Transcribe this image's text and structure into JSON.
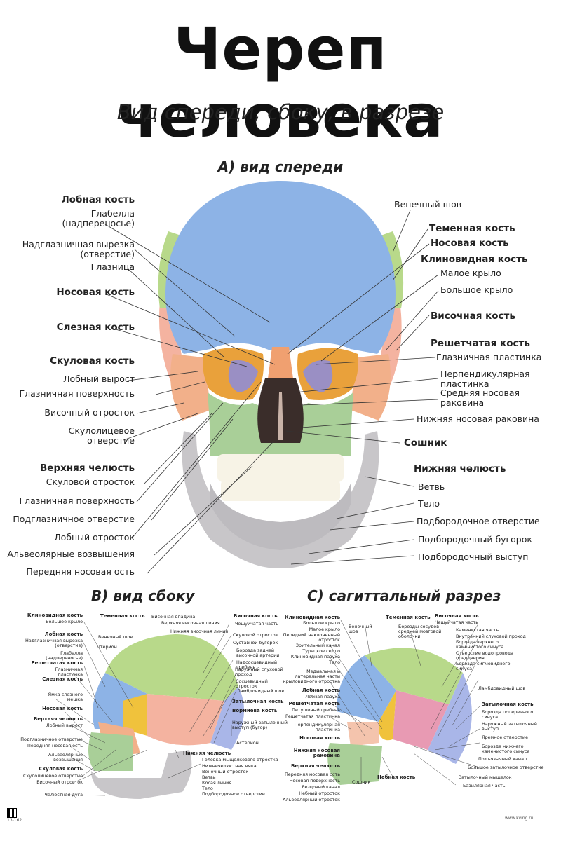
{
  "header": {
    "title": "Череп человека",
    "subtitle": "Вид спереди, сбоку, в разрезе"
  },
  "sections": {
    "a": "А) вид спереди",
    "b": "В) вид сбоку",
    "c": "С) сагиттальный разрез"
  },
  "front_left": [
    {
      "text": "Лобная кость",
      "bold": true
    },
    {
      "text": "Глабелла\n(надпереносье)",
      "bold": false
    },
    {
      "text": "Надглазничная вырезка\n(отверстие)",
      "bold": false
    },
    {
      "text": "Глазница",
      "bold": false
    },
    {
      "text": "Носовая кость",
      "bold": true
    },
    {
      "text": "Слезная кость",
      "bold": true
    },
    {
      "text": "Скуловая кость",
      "bold": true
    },
    {
      "text": "Лобный вырост",
      "bold": false
    },
    {
      "text": "Глазничная поверхность",
      "bold": false
    },
    {
      "text": "Височный отросток",
      "bold": false
    },
    {
      "text": "Скулолицевое\nотверстие",
      "bold": false
    },
    {
      "text": "Верхняя челюсть",
      "bold": true
    },
    {
      "text": "Скуловой отросток",
      "bold": false
    },
    {
      "text": "Глазничная поверхность",
      "bold": false
    },
    {
      "text": "Подглазничное отверстие",
      "bold": false
    },
    {
      "text": "Лобный отросток",
      "bold": false
    },
    {
      "text": "Альвеолярные возвышения",
      "bold": false
    },
    {
      "text": "Передняя носовая ость",
      "bold": false
    }
  ],
  "front_right": [
    {
      "text": "Венечный шов",
      "bold": false
    },
    {
      "text": "Теменная кость",
      "bold": true
    },
    {
      "text": "Носовая кость",
      "bold": true
    },
    {
      "text": "Клиновидная кость",
      "bold": true
    },
    {
      "text": "Малое крыло",
      "bold": false
    },
    {
      "text": "Большое крыло",
      "bold": false
    },
    {
      "text": "Височная кость",
      "bold": true
    },
    {
      "text": "Решетчатая кость",
      "bold": true
    },
    {
      "text": "Глазничная пластинка",
      "bold": false
    },
    {
      "text": "Перпендикулярная\nпластинка",
      "bold": false
    },
    {
      "text": "Средняя носовая\nраковина",
      "bold": false
    },
    {
      "text": "Нижняя носовая раковина",
      "bold": false
    },
    {
      "text": "Сошник",
      "bold": true
    },
    {
      "text": "Нижняя челюсть",
      "bold": true
    },
    {
      "text": "Ветвь",
      "bold": false
    },
    {
      "text": "Тело",
      "bold": false
    },
    {
      "text": "Подбородочное отверстие",
      "bold": false
    },
    {
      "text": "Подбородочный бугорок",
      "bold": false
    },
    {
      "text": "Подбородочный выступ",
      "bold": false
    }
  ],
  "side_left": [
    {
      "text": "Клиновидная кость",
      "bold": true
    },
    {
      "text": "Большое крыло",
      "bold": false
    },
    {
      "text": "Лобная кость",
      "bold": true
    },
    {
      "text": "Надглазничная вырезка\n(отверстие)",
      "bold": false
    },
    {
      "text": "Глабелла\n(надпереносье)",
      "bold": false
    },
    {
      "text": "Решетчатая кость",
      "bold": true
    },
    {
      "text": "Глазничная\nпластинка",
      "bold": false
    },
    {
      "text": "Слезная кость",
      "bold": true
    },
    {
      "text": "Ямка слезного\nмешка",
      "bold": false
    },
    {
      "text": "Носовая кость",
      "bold": true
    },
    {
      "text": "Верхняя челюсть",
      "bold": true
    },
    {
      "text": "Лобный вырост",
      "bold": false
    },
    {
      "text": "Подглазничное отверстие",
      "bold": false
    },
    {
      "text": "Передняя носовая ость",
      "bold": false
    },
    {
      "text": "Альвеолярные\nвозвышения",
      "bold": false
    },
    {
      "text": "Скуловая кость",
      "bold": true
    },
    {
      "text": "Скулолицевое отверстие",
      "bold": false
    },
    {
      "text": "Височный отросток",
      "bold": false
    },
    {
      "text": "Челюстная дуга",
      "bold": false
    }
  ],
  "side_top": [
    {
      "text": "Теменная кость",
      "bold": true
    },
    {
      "text": "Височная впадина",
      "bold": false
    },
    {
      "text": "Верхняя височная линия",
      "bold": false
    },
    {
      "text": "Венечный шов",
      "bold": false
    },
    {
      "text": "Нижняя височная линия",
      "bold": false
    },
    {
      "text": "Птерион",
      "bold": false
    }
  ],
  "side_right": [
    {
      "text": "Височная кость",
      "bold": true
    },
    {
      "text": "Чешуйчатая часть",
      "bold": false
    },
    {
      "text": "Скуловой отросток",
      "bold": false
    },
    {
      "text": "Суставной бугорок",
      "bold": false
    },
    {
      "text": "Борозда задней\nвисочной артерии",
      "bold": false
    },
    {
      "text": "Надсосцевидный\nгребень",
      "bold": false
    },
    {
      "text": "Наружный слуховой\nпроход",
      "bold": false
    },
    {
      "text": "Сосцевидный\nотросток",
      "bold": false
    },
    {
      "text": "Ламбдовидный шов",
      "bold": false
    },
    {
      "text": "Затылочная кость",
      "bold": true
    },
    {
      "text": "Вормиева кость",
      "bold": true
    },
    {
      "text": "Наружный затылочный\nвыступ (бугор)",
      "bold": false
    },
    {
      "text": "Астерион",
      "bold": false
    }
  ],
  "side_bottom": [
    {
      "text": "Нижняя челюсть",
      "bold": true
    },
    {
      "text": "Головка мыщелкового отростка",
      "bold": false
    },
    {
      "text": "Нижнечелюстная ямка",
      "bold": false
    },
    {
      "text": "Венечный отросток",
      "bold": false
    },
    {
      "text": "Ветвь",
      "bold": false
    },
    {
      "text": "Косая линия",
      "bold": false
    },
    {
      "text": "Тело",
      "bold": false
    },
    {
      "text": "Подбородочное отверстие",
      "bold": false
    }
  ],
  "sag_left": [
    {
      "text": "Клиновидная кость",
      "bold": true
    },
    {
      "text": "Большое крыло",
      "bold": false
    },
    {
      "text": "Малое крыло",
      "bold": false
    },
    {
      "text": "Передний наклоненный\nотросток",
      "bold": false
    },
    {
      "text": "Зрительный канал",
      "bold": false
    },
    {
      "text": "Турецкое седло",
      "bold": false
    },
    {
      "text": "Клиновидная пазуха",
      "bold": false
    },
    {
      "text": "Тело",
      "bold": false
    },
    {
      "text": "Медиальная и\nлатеральная части\nкрыловидного отростка",
      "bold": false
    },
    {
      "text": "Лобная кость",
      "bold": true
    },
    {
      "text": "Лобная пазуха",
      "bold": false
    },
    {
      "text": "Решетчатая кость",
      "bold": true
    },
    {
      "text": "Петушиный гребень",
      "bold": false
    },
    {
      "text": "Решетчатая пластинка",
      "bold": false
    },
    {
      "text": "Перпендикулярная\nпластинка",
      "bold": false
    },
    {
      "text": "Носовая кость",
      "bold": true
    },
    {
      "text": "Нижняя носовая\nраковина",
      "bold": true
    },
    {
      "text": "Верхняя челюсть",
      "bold": true
    },
    {
      "text": "Передняя носовая ость",
      "bold": false
    },
    {
      "text": "Носовая поверхность",
      "bold": false
    },
    {
      "text": "Резцовый канал",
      "bold": false
    },
    {
      "text": "Небный отросток",
      "bold": false
    },
    {
      "text": "Альвеолярный отросток",
      "bold": false
    }
  ],
  "sag_top": [
    {
      "text": "Венечный\nшов",
      "bold": false
    },
    {
      "text": "Теменная кость",
      "bold": true
    },
    {
      "text": "Борозды сосудов\nсредней мозговой\nоболочки",
      "bold": false
    }
  ],
  "sag_right": [
    {
      "text": "Височная кость",
      "bold": true
    },
    {
      "text": "Чешуйчатая часть",
      "bold": false
    },
    {
      "text": "Каменистая часть",
      "bold": false
    },
    {
      "text": "Внутренний слуховой проход",
      "bold": false
    },
    {
      "text": "Борозда верхнего\nкаменистого синуса",
      "bold": false
    },
    {
      "text": "Отверстие водопровода\nпреддверия",
      "bold": false
    },
    {
      "text": "Борозда сигмовидного\nсинуса",
      "bold": false
    },
    {
      "text": "Ламбдовидный шов",
      "bold": false
    },
    {
      "text": "Затылочная кость",
      "bold": true
    },
    {
      "text": "Борозда поперечного\nсинуса",
      "bold": false
    },
    {
      "text": "Наружный затылочный\nвыступ",
      "bold": false
    },
    {
      "text": "Яремное отверстие",
      "bold": false
    },
    {
      "text": "Борозда нижнего\nкаменистого синуса",
      "bold": false
    },
    {
      "text": "Подъязычный канал",
      "bold": false
    },
    {
      "text": "Большое затылочное отверстие",
      "bold": false
    },
    {
      "text": "Затылочный мыщелок",
      "bold": false
    },
    {
      "text": "Базилярная часть",
      "bold": false
    }
  ],
  "sag_bottom": [
    {
      "text": "Сошник",
      "bold": false
    },
    {
      "text": "Небная кость",
      "bold": true
    }
  ],
  "footer": {
    "code": "13-162",
    "site": "www.kving.ru"
  },
  "colors": {
    "frontal": "#8db3e6",
    "parietal": "#b8d98a",
    "sphenoid": "#f0c23c",
    "temporal": "#f4b3a0",
    "zygomatic": "#f2b08a",
    "maxilla": "#a9cf98",
    "mandible": "#c8c6c9",
    "occipital": "#a9b6e8",
    "ethmoid": "#e89ab3",
    "nasal": "#f0a070"
  }
}
